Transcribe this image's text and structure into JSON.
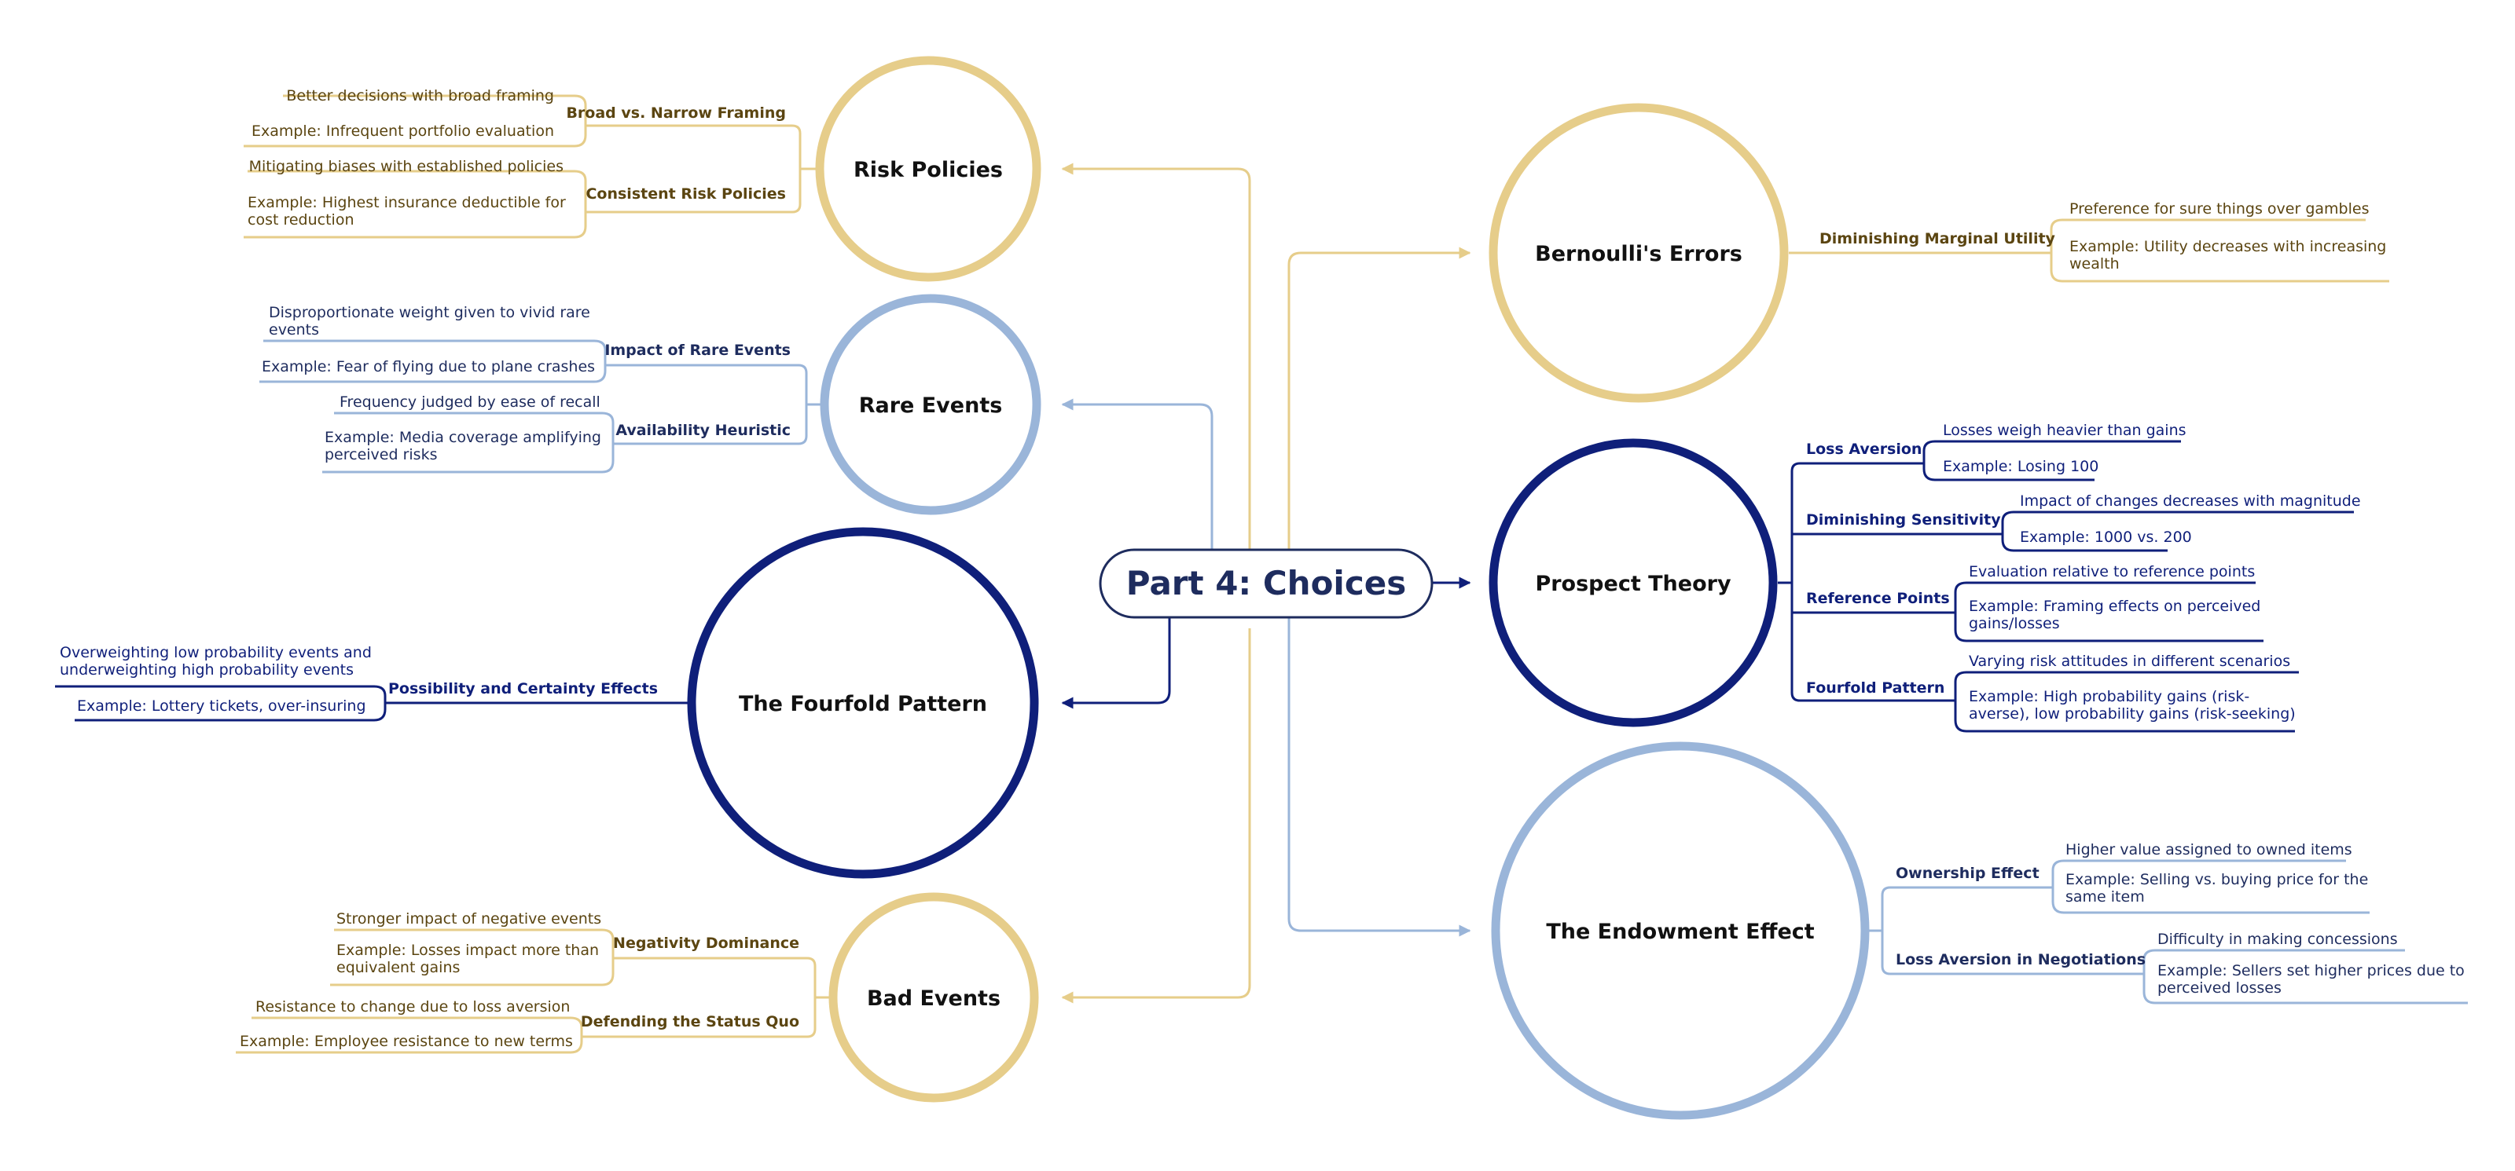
{
  "center": {
    "label": "Part 4: Choices"
  },
  "colors": {
    "gold": "#e6cd8a",
    "blue": "#9ab5d9",
    "navy": "#0f1f7a",
    "gold_text": "#5b4511",
    "blue_text": "#1e2c5e"
  },
  "nodes": {
    "risk_policies": {
      "title": "Risk Policies",
      "subs": [
        {
          "label": "Broad vs. Narrow Framing",
          "leaves": [
            "Better decisions with broad framing",
            "Example: Infrequent portfolio evaluation"
          ]
        },
        {
          "label": "Consistent Risk Policies",
          "leaves": [
            "Mitigating biases with established policies",
            "Example: Highest insurance deductible for",
            "cost reduction"
          ]
        }
      ]
    },
    "rare_events": {
      "title": "Rare Events",
      "subs": [
        {
          "label": "Impact of Rare Events",
          "leaves": [
            "Disproportionate weight given to vivid rare",
            "events",
            "Example: Fear of flying due to plane crashes"
          ]
        },
        {
          "label": "Availability Heuristic",
          "leaves": [
            "Frequency judged by ease of recall",
            "Example: Media coverage amplifying",
            "perceived risks"
          ]
        }
      ]
    },
    "fourfold": {
      "title": "The Fourfold Pattern",
      "subs": [
        {
          "label": "Possibility and Certainty Effects",
          "leaves": [
            "Overweighting low probability events and",
            "underweighting high probability events",
            "Example: Lottery tickets, over-insuring"
          ]
        }
      ]
    },
    "bad_events": {
      "title": "Bad Events",
      "subs": [
        {
          "label": "Negativity Dominance",
          "leaves": [
            "Stronger impact of negative events",
            "Example: Losses impact more than",
            "equivalent gains"
          ]
        },
        {
          "label": "Defending the Status Quo",
          "leaves": [
            "Resistance to change due to loss aversion",
            "Example: Employee resistance to new terms"
          ]
        }
      ]
    },
    "bernoulli": {
      "title": "Bernoulli's Errors",
      "subs": [
        {
          "label": "Diminishing Marginal Utility",
          "leaves": [
            "Preference for sure things over gambles",
            "Example: Utility decreases with increasing",
            "wealth"
          ]
        }
      ]
    },
    "prospect": {
      "title": "Prospect Theory",
      "subs": [
        {
          "label": "Loss Aversion",
          "leaves": [
            "Losses weigh heavier than gains",
            "Example: Losing 100"
          ]
        },
        {
          "label": "Diminishing Sensitivity",
          "leaves": [
            "Impact of changes decreases with magnitude",
            "Example: 1000 vs. 200"
          ]
        },
        {
          "label": "Reference Points",
          "leaves": [
            "Evaluation relative to reference points",
            "Example: Framing effects on perceived",
            "gains/losses"
          ]
        },
        {
          "label": "Fourfold Pattern",
          "leaves": [
            "Varying risk attitudes in different scenarios",
            "Example: High probability gains (risk-",
            "averse), low probability gains (risk-seeking)"
          ]
        }
      ]
    },
    "endowment": {
      "title": "The Endowment Effect",
      "subs": [
        {
          "label": "Ownership Effect",
          "leaves": [
            "Higher value assigned to owned items",
            "Example: Selling vs. buying price for the",
            "same item"
          ]
        },
        {
          "label": "Loss Aversion in Negotiations",
          "leaves": [
            "Difficulty in making concessions",
            "Example: Sellers set higher prices due to",
            "perceived losses"
          ]
        }
      ]
    }
  }
}
